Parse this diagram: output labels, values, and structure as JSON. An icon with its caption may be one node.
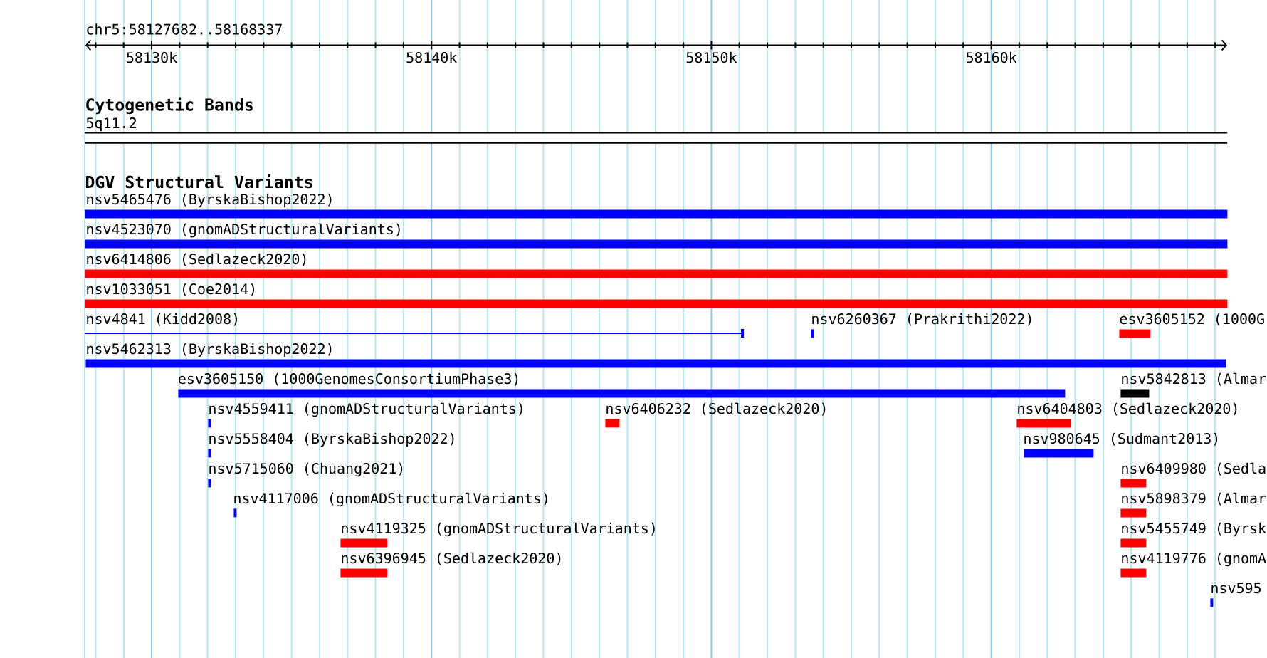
{
  "diagram": {
    "nodes": [
      {
        "text": [
          "5q11.2"
        ]
      },
      {
        "text": [
          "nsv5465476 (ByrskaBishop2022)"
        ]
      },
      {
        "text": [
          "nsv4523070 (gnomADStructuralVariants)"
        ]
      },
      {
        "text": [
          "nsv6414806 (Sedlazeck2020)"
        ]
      },
      {
        "text": [
          "nsv1033051 (Coe2014)"
        ]
      },
      {
        "text": [
          "nsv4841 (Kidd2008)"
        ]
      },
      {
        "text": [
          "nsv6260367 (Prakrithi2022)"
        ]
      },
      {
        "text": [
          "esv3605152 (1000G"
        ]
      },
      {
        "text": [
          "nsv5462313 (ByrskaBishop2022)"
        ]
      },
      {
        "text": [
          "esv3605150 (1000GenomesConsortiumPhase3)"
        ]
      },
      {
        "text": [
          "nsv5842813 (Almar"
        ]
      },
      {
        "text": [
          "nsv4559411 (gnomADStructuralVariants)"
        ]
      },
      {
        "text": [
          "nsv6406232 (Sedlazeck2020)"
        ]
      },
      {
        "text": [
          "nsv6404803 (Sedlazeck2020)"
        ]
      },
      {
        "text": [
          "nsv5558404 (ByrskaBishop2022)"
        ]
      },
      {
        "text": [
          "nsv980645 (Sudmant2013)"
        ]
      },
      {
        "text": [
          "nsv5715060 (Chuang2021)"
        ]
      },
      {
        "text": [
          "nsv6409980 (Sedla"
        ]
      },
      {
        "text": [
          "nsv4117006 (gnomADStructuralVariants)"
        ]
      },
      {
        "text": [
          "nsv5898379 (Almar"
        ]
      },
      {
        "text": [
          "nsv4119325 (gnomADStructuralVariants)"
        ]
      },
      {
        "text": [
          "nsv5455749 (Byrsk"
        ]
      },
      {
        "text": [
          "nsv6396945 (Sedlazeck2020)"
        ]
      },
      {
        "text": [
          "nsv4119776 (gnomA"
        ]
      },
      {
        "text": [
          "nsv595"
        ]
      }
    ],
    "labels": [
      "chr5:58127682..58168337",
      "58130k",
      "58140k",
      "58150k",
      "58160k",
      "Cytogenetic Bands",
      "DGV Structural Variants"
    ]
  }
}
